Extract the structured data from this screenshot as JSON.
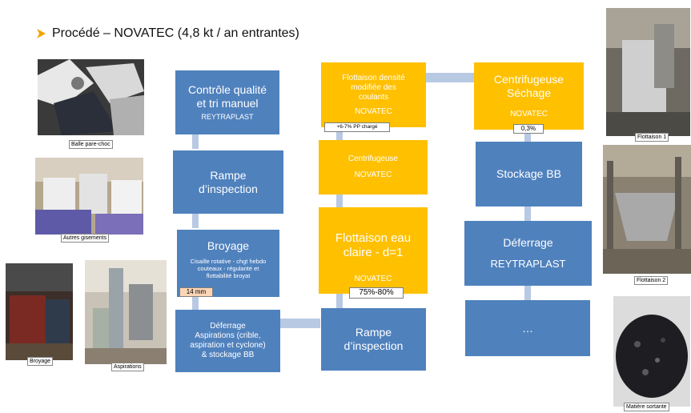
{
  "title": "Procédé – NOVATEC (4,8 kt / an entrantes)",
  "colors": {
    "blue": "#4f81bd",
    "gold": "#ffc000",
    "connector": "#b8c9e3",
    "bullet": "#f5a300"
  },
  "col1": {
    "controle": {
      "line1": "Contrôle qualité",
      "line2": "et tri manuel",
      "sub": "REYTRAPLAST"
    },
    "rampe": {
      "line1": "Rampe",
      "line2": "d’inspection"
    },
    "broyage": {
      "title": "Broyage",
      "detail1": "Cisaille rotative - chgt hebdo",
      "detail2": "couteaux - régularité et",
      "detail3": "flottabilité broyat",
      "tag": "14 mm"
    },
    "deferrage": {
      "line1": "Déferrage",
      "line2": "Aspirations (crible,",
      "line3": "aspiration et cyclone)",
      "line4": "& stockage BB"
    }
  },
  "col2": {
    "flottaison_densite": {
      "line1": "Flottaison densité",
      "line2": "modifiée des",
      "line3": "coulants",
      "sub": "NOVATEC",
      "tag": "+6-7% PP chargé"
    },
    "centrifugeuse": {
      "line1": "Centrifugeuse",
      "sub": "NOVATEC"
    },
    "flottaison_eau": {
      "line1": "Flottaison eau",
      "line2": "claire - d=1",
      "sub": "NOVATEC",
      "tag": "75%-80%"
    },
    "rampe": {
      "line1": "Rampe",
      "line2": "d’inspection"
    }
  },
  "col3": {
    "centrifugeuse_sechage": {
      "line1": "Centrifugeuse",
      "line2": "Séchage",
      "sub": "NOVATEC",
      "tag": "0,3%"
    },
    "stockage": {
      "line1": "Stockage BB"
    },
    "deferrage": {
      "line1": "Déferrage",
      "sub": "REYTRAPLAST"
    },
    "ellipsis": {
      "line1": "…"
    }
  },
  "photos": {
    "balle": "Balle pare-choc",
    "autres": "Autres gisements",
    "broyage": "Broyage",
    "aspirations": "Aspirations",
    "flottaison1": "Flottaison 1",
    "flottaison2": "Flottaison 2",
    "matiere": "Matière sortante"
  }
}
